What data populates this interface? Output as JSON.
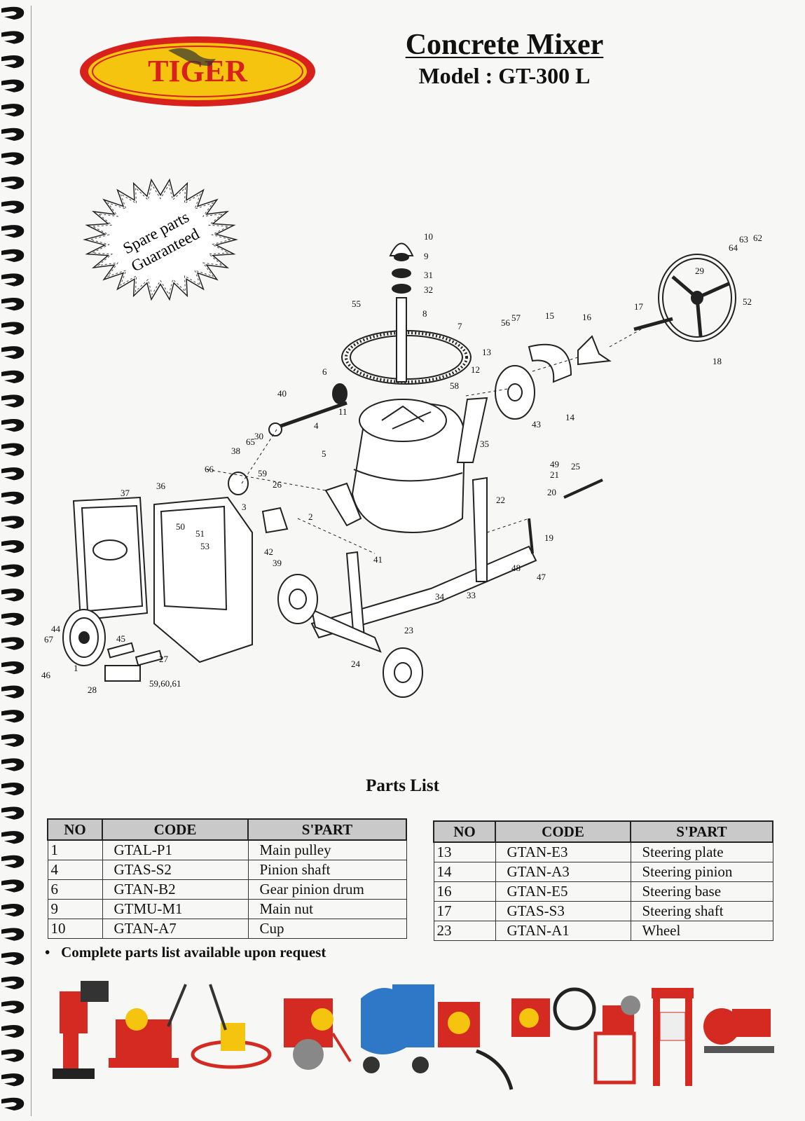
{
  "header": {
    "brand": "TIGER",
    "title": "Concrete Mixer",
    "model": "Model : GT-300 L"
  },
  "badge": {
    "line1": "Spare parts",
    "line2": "Guaranteed"
  },
  "diagram": {
    "callouts": [
      "1",
      "2",
      "3",
      "4",
      "5",
      "6",
      "7",
      "8",
      "9",
      "10",
      "11",
      "12",
      "13",
      "14",
      "15",
      "16",
      "17",
      "18",
      "19",
      "20",
      "21",
      "22",
      "23",
      "24",
      "25",
      "26",
      "27",
      "28",
      "29",
      "30",
      "31",
      "32",
      "33",
      "34",
      "35",
      "36",
      "37",
      "38",
      "39",
      "40",
      "41",
      "42",
      "43",
      "44",
      "45",
      "46",
      "47",
      "48",
      "49",
      "50",
      "51",
      "52",
      "53",
      "55",
      "56",
      "57",
      "58",
      "59",
      "59,60,61",
      "62",
      "63",
      "64",
      "65",
      "66",
      "67"
    ]
  },
  "parts_list": {
    "heading": "Parts List",
    "columns": [
      "NO",
      "CODE",
      "S'PART"
    ],
    "left": [
      {
        "no": "1",
        "code": "GTAL-P1",
        "part": "Main pulley"
      },
      {
        "no": "4",
        "code": "GTAS-S2",
        "part": "Pinion shaft"
      },
      {
        "no": "6",
        "code": "GTAN-B2",
        "part": "Gear pinion drum"
      },
      {
        "no": "9",
        "code": "GTMU-M1",
        "part": "Main nut"
      },
      {
        "no": "10",
        "code": "GTAN-A7",
        "part": "Cup"
      }
    ],
    "right": [
      {
        "no": "13",
        "code": "GTAN-E3",
        "part": "Steering plate"
      },
      {
        "no": "14",
        "code": "GTAN-A3",
        "part": "Steering pinion"
      },
      {
        "no": "16",
        "code": "GTAN-E5",
        "part": "Steering base"
      },
      {
        "no": "17",
        "code": "GTAS-S3",
        "part": "Steering shaft"
      },
      {
        "no": "23",
        "code": "GTAN-A1",
        "part": "Wheel"
      }
    ],
    "note": "Complete parts list available upon request"
  },
  "colors": {
    "logo_red": "#d8201c",
    "logo_yellow": "#f4c40f",
    "machine_red": "#d42a22",
    "mixer_blue": "#2f78c8"
  }
}
